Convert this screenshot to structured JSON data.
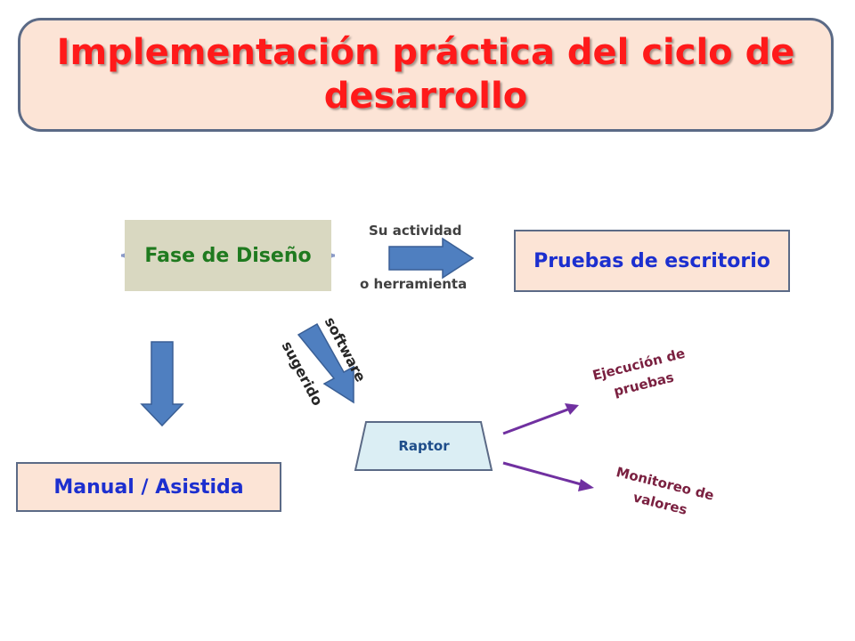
{
  "title": "Implementación práctica del ciclo de desarrollo",
  "nodes": {
    "fase_diseno": "Fase de Diseño",
    "pruebas_escritorio": "Pruebas de escritorio",
    "manual_asistida": "Manual / Asistida",
    "raptor": "Raptor"
  },
  "labels": {
    "su_actividad": "Su actividad",
    "o_herramienta": "o herramienta",
    "software": "software",
    "sugerido": "sugerido",
    "ejecucion": "Ejecución de pruebas",
    "monitoreo": "Monitoreo de valores"
  },
  "colors": {
    "title": "#ff1a1a",
    "box_fill": "#fce4d6",
    "fase_fill": "#d9d8c1",
    "blue_arrow": "#4f7fc0",
    "purple_arrow": "#7030a0",
    "raptor_fill": "#dbeef4"
  }
}
